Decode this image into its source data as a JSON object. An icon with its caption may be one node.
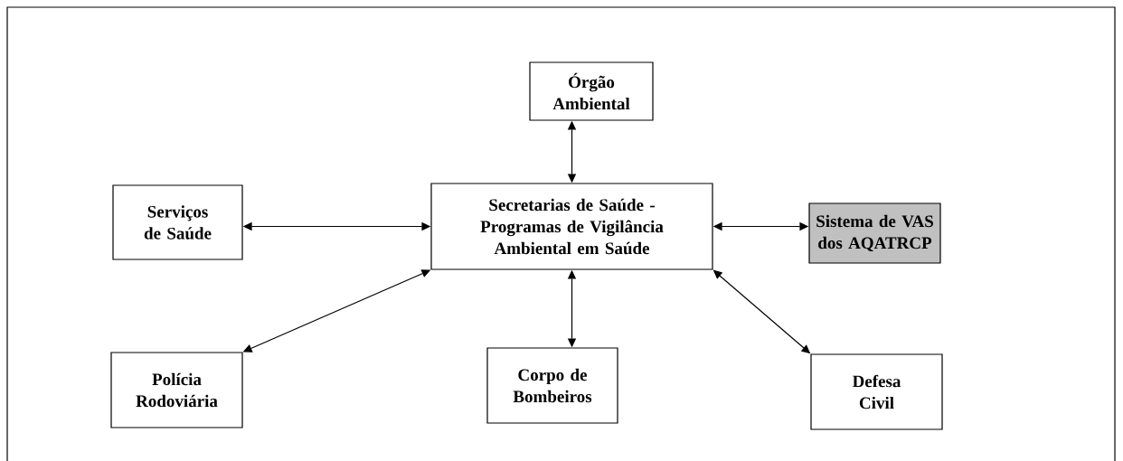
{
  "diagram": {
    "nodes": [
      {
        "text": [
          "Órgão Ambiental"
        ]
      },
      {
        "text": [
          "Secretarias de Saúde - Programas de Vigilância Ambiental em Saúde"
        ]
      },
      {
        "text": [
          "Serviços de Saúde"
        ]
      },
      {
        "text": [
          "Sistema de VAS dos AQATRCP"
        ]
      },
      {
        "text": [
          "Polícia Rodoviária"
        ]
      },
      {
        "text": [
          "Corpo de Bombeiros"
        ]
      },
      {
        "text": [
          "Defesa Civil"
        ]
      }
    ],
    "edges": [
      {
        "from": 1,
        "to": 0,
        "arrow": "both"
      },
      {
        "from": 2,
        "to": 1,
        "arrow": "both"
      },
      {
        "from": 1,
        "to": 3,
        "arrow": "both"
      },
      {
        "from": 4,
        "to": 1,
        "arrow": "both"
      },
      {
        "from": 1,
        "to": 5,
        "arrow": "both"
      },
      {
        "from": 1,
        "to": 6,
        "arrow": "both"
      }
    ]
  }
}
